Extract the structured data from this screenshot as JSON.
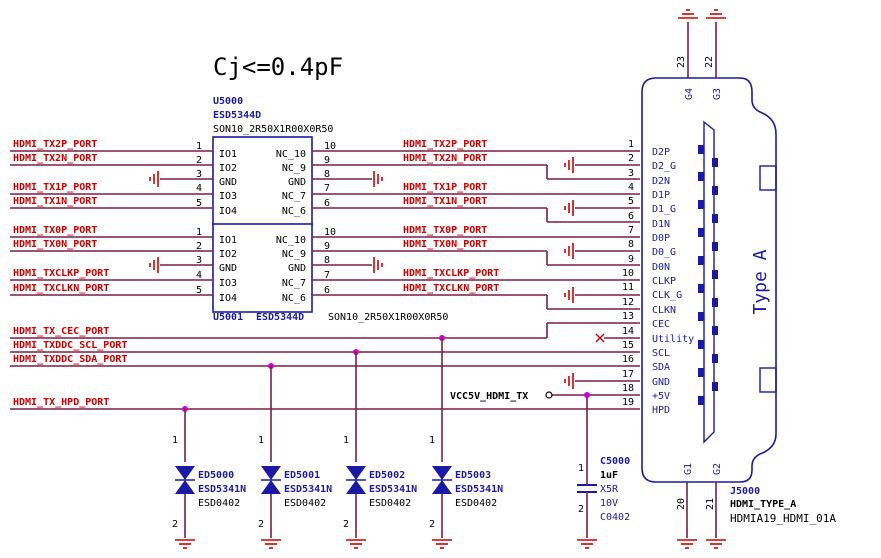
{
  "note": "Cj<=0.4pF",
  "u5000": {
    "ref": "U5000",
    "part": "ESD5344D",
    "footprint": "SON10_2R50X1R00X0R50"
  },
  "u5001": {
    "ref": "U5001",
    "part": "ESD5344D",
    "footprint": "SON10_2R50X1R00X0R50"
  },
  "ic_pins_left": [
    "IO1",
    "IO2",
    "GND",
    "IO3",
    "IO4"
  ],
  "ic_pins_right": [
    "NC_10",
    "NC_9",
    "GND",
    "NC_7",
    "NC_6"
  ],
  "ic_nums_left": [
    "1",
    "2",
    "3",
    "4",
    "5"
  ],
  "ic_nums_right": [
    "10",
    "9",
    "8",
    "7",
    "6"
  ],
  "nets_left": [
    "HDMI_TX2P_PORT",
    "HDMI_TX2N_PORT",
    "HDMI_TX1P_PORT",
    "HDMI_TX1N_PORT",
    "HDMI_TX0P_PORT",
    "HDMI_TX0N_PORT",
    "HDMI_TXCLKP_PORT",
    "HDMI_TXCLKN_PORT",
    "HDMI_TX_CEC_PORT",
    "HDMI_TXDDC_SCL_PORT",
    "HDMI_TXDDC_SDA_PORT",
    "HDMI_TX_HPD_PORT"
  ],
  "nets_right": [
    "HDMI_TX2P_PORT",
    "HDMI_TX2N_PORT",
    "HDMI_TX1P_PORT",
    "HDMI_TX1N_PORT",
    "HDMI_TX0P_PORT",
    "HDMI_TX0N_PORT",
    "HDMI_TXCLKP_PORT",
    "HDMI_TXCLKN_PORT"
  ],
  "power_net": "VCC5V_HDMI_TX",
  "connector": {
    "ref": "J5000",
    "part": "HDMI_TYPE_A",
    "footprint": "HDMIA19_HDMI_01A",
    "label": "Type A",
    "pins": [
      {
        "num": "1",
        "name": "D2P"
      },
      {
        "num": "2",
        "name": "D2_G"
      },
      {
        "num": "3",
        "name": "D2N"
      },
      {
        "num": "4",
        "name": "D1P"
      },
      {
        "num": "5",
        "name": "D1_G"
      },
      {
        "num": "6",
        "name": "D1N"
      },
      {
        "num": "7",
        "name": "D0P"
      },
      {
        "num": "8",
        "name": "D0_G"
      },
      {
        "num": "9",
        "name": "D0N"
      },
      {
        "num": "10",
        "name": "CLKP"
      },
      {
        "num": "11",
        "name": "CLK_G"
      },
      {
        "num": "12",
        "name": "CLKN"
      },
      {
        "num": "13",
        "name": "CEC"
      },
      {
        "num": "14",
        "name": "Utility"
      },
      {
        "num": "15",
        "name": "SCL"
      },
      {
        "num": "16",
        "name": "SDA"
      },
      {
        "num": "17",
        "name": "GND"
      },
      {
        "num": "18",
        "name": "+5V"
      },
      {
        "num": "19",
        "name": "HPD"
      }
    ],
    "top_pins": [
      {
        "num": "23",
        "name": "G4"
      },
      {
        "num": "22",
        "name": "G3"
      }
    ],
    "bottom_pins": [
      {
        "num": "20",
        "name": "G1"
      },
      {
        "num": "21",
        "name": "G2"
      }
    ]
  },
  "diodes": [
    {
      "ref": "ED5000",
      "part": "ESD5341N",
      "fp": "ESD0402",
      "p1": "1",
      "p2": "2"
    },
    {
      "ref": "ED5001",
      "part": "ESD5341N",
      "fp": "ESD0402",
      "p1": "1",
      "p2": "2"
    },
    {
      "ref": "ED5002",
      "part": "ESD5341N",
      "fp": "ESD0402",
      "p1": "1",
      "p2": "2"
    },
    {
      "ref": "ED5003",
      "part": "ESD5341N",
      "fp": "ESD0402",
      "p1": "1",
      "p2": "2"
    }
  ],
  "cap": {
    "ref": "C5000",
    "value": "1uF",
    "dielectric": "X5R",
    "voltage": "10V",
    "fp": "C0402",
    "p1": "1",
    "p2": "2"
  }
}
